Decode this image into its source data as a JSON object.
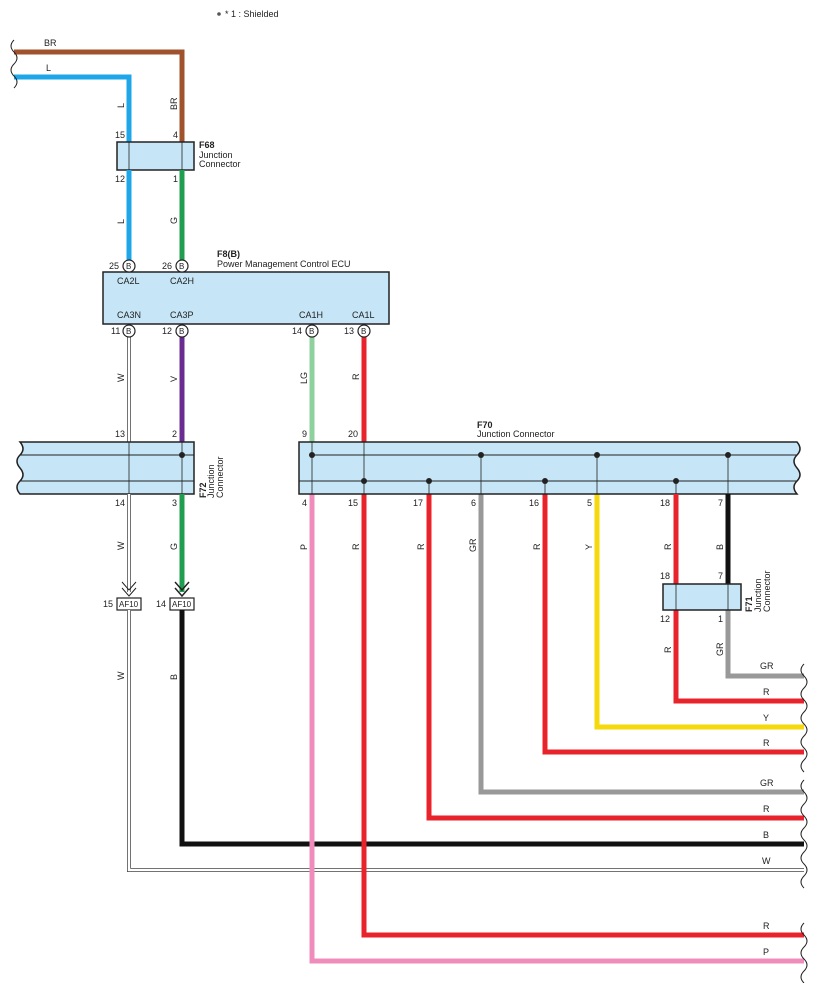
{
  "note": "* 1 : Shielded",
  "colors": {
    "BR": "#a0522d",
    "L": "#1ea7e8",
    "G": "#1f9e4f",
    "W": "#ffffff",
    "V": "#6a2c91",
    "LG": "#8fd19e",
    "R": "#e8232b",
    "P": "#f08cbc",
    "GR": "#999999",
    "Y": "#f5d90a",
    "B": "#111111",
    "box_fill": "#c6e6f7"
  },
  "components": {
    "f68": {
      "id": "F68",
      "line1": "Junction",
      "line2": "Connector"
    },
    "f8": {
      "id": "F8(B)",
      "name": "Power Management Control ECU"
    },
    "f70": {
      "id": "F70",
      "name": "Junction Connector"
    },
    "f72": {
      "id": "F72",
      "line1": "Junction",
      "line2": "Connector"
    },
    "f71": {
      "id": "F71",
      "line1": "Junction",
      "line2": "Connector"
    },
    "af10": {
      "id": "AF10"
    }
  },
  "ecu_terminals": {
    "ca2l": {
      "pin": "25",
      "term": "CA2L",
      "conn": "B"
    },
    "ca2h": {
      "pin": "26",
      "term": "CA2H",
      "conn": "B"
    },
    "ca3n": {
      "pin": "11",
      "term": "CA3N",
      "conn": "B"
    },
    "ca3p": {
      "pin": "12",
      "term": "CA3P",
      "conn": "B"
    },
    "ca1h": {
      "pin": "14",
      "term": "CA1H",
      "conn": "B"
    },
    "ca1l": {
      "pin": "13",
      "term": "CA1L",
      "conn": "B"
    }
  },
  "pins": {
    "f68_in_l": "15",
    "f68_in_br": "4",
    "f68_out_l": "12",
    "f68_out_g": "1",
    "f72_in_w": "13",
    "f72_in_v": "2",
    "f72_out_w": "14",
    "f72_out_g": "3",
    "af10_w": "15",
    "af10_g": "14",
    "f70_in_lg": "9",
    "f70_in_r": "20",
    "f70_out": [
      "4",
      "15",
      "17",
      "6",
      "16",
      "5",
      "18",
      "7"
    ],
    "f71_in_r": "18",
    "f71_in_b": "7",
    "f71_out_r": "12",
    "f71_out_gr": "1"
  },
  "wire_labels": {
    "top_br": "BR",
    "top_l": "L",
    "v_l1": "L",
    "v_br": "BR",
    "v_l2": "L",
    "v_g1": "G",
    "v_w1": "W",
    "v_v": "V",
    "v_lg": "LG",
    "v_r1": "R",
    "v_w2": "W",
    "v_g2": "G",
    "v_w3": "W",
    "v_b": "B",
    "f70_out": [
      "P",
      "R",
      "R",
      "GR",
      "R",
      "Y",
      "R",
      "B"
    ],
    "f71_out_r": "R",
    "f71_out_gr": "GR"
  },
  "right_labels": [
    "GR",
    "R",
    "Y",
    "R",
    "GR",
    "R",
    "B",
    "W",
    "R",
    "P"
  ]
}
